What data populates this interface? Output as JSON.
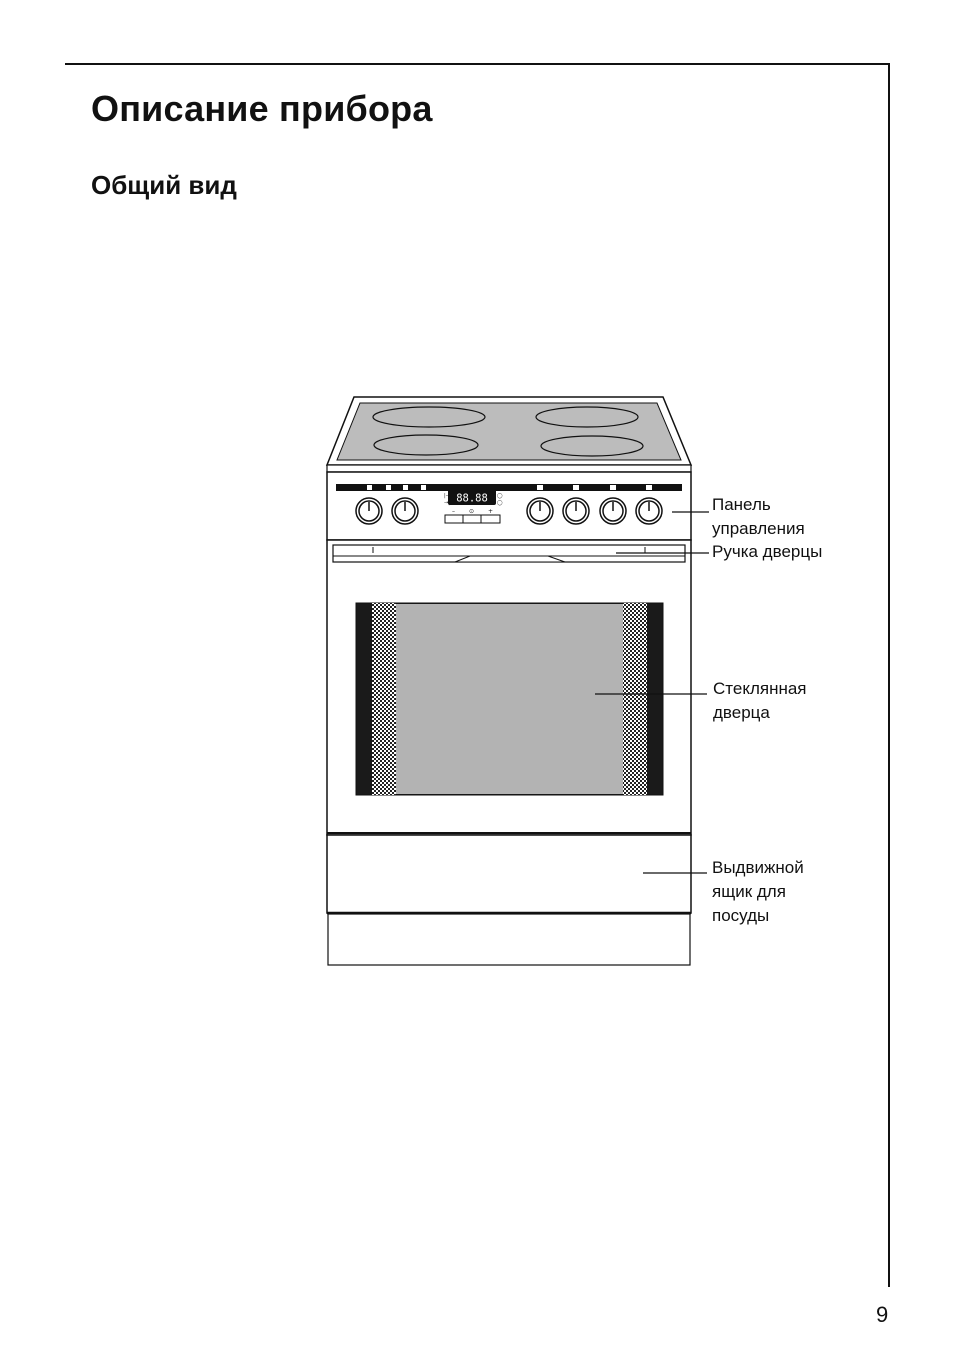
{
  "page": {
    "title": "Описание прибора",
    "section": "Общий вид",
    "number": "9"
  },
  "display": {
    "digits": "88.88"
  },
  "labels": {
    "control_panel": [
      "Панель",
      "управления"
    ],
    "door_handle": [
      "Ручка дверцы"
    ],
    "glass_door": [
      "Стеклянная",
      "дверца"
    ],
    "storage_drawer": [
      "Выдвижной",
      "ящик для",
      "посуды"
    ]
  },
  "colors": {
    "line": "#111111",
    "glass": "#b3b3b3",
    "hob": "#bcbcbc",
    "door_frame": "#1a1a1a"
  }
}
